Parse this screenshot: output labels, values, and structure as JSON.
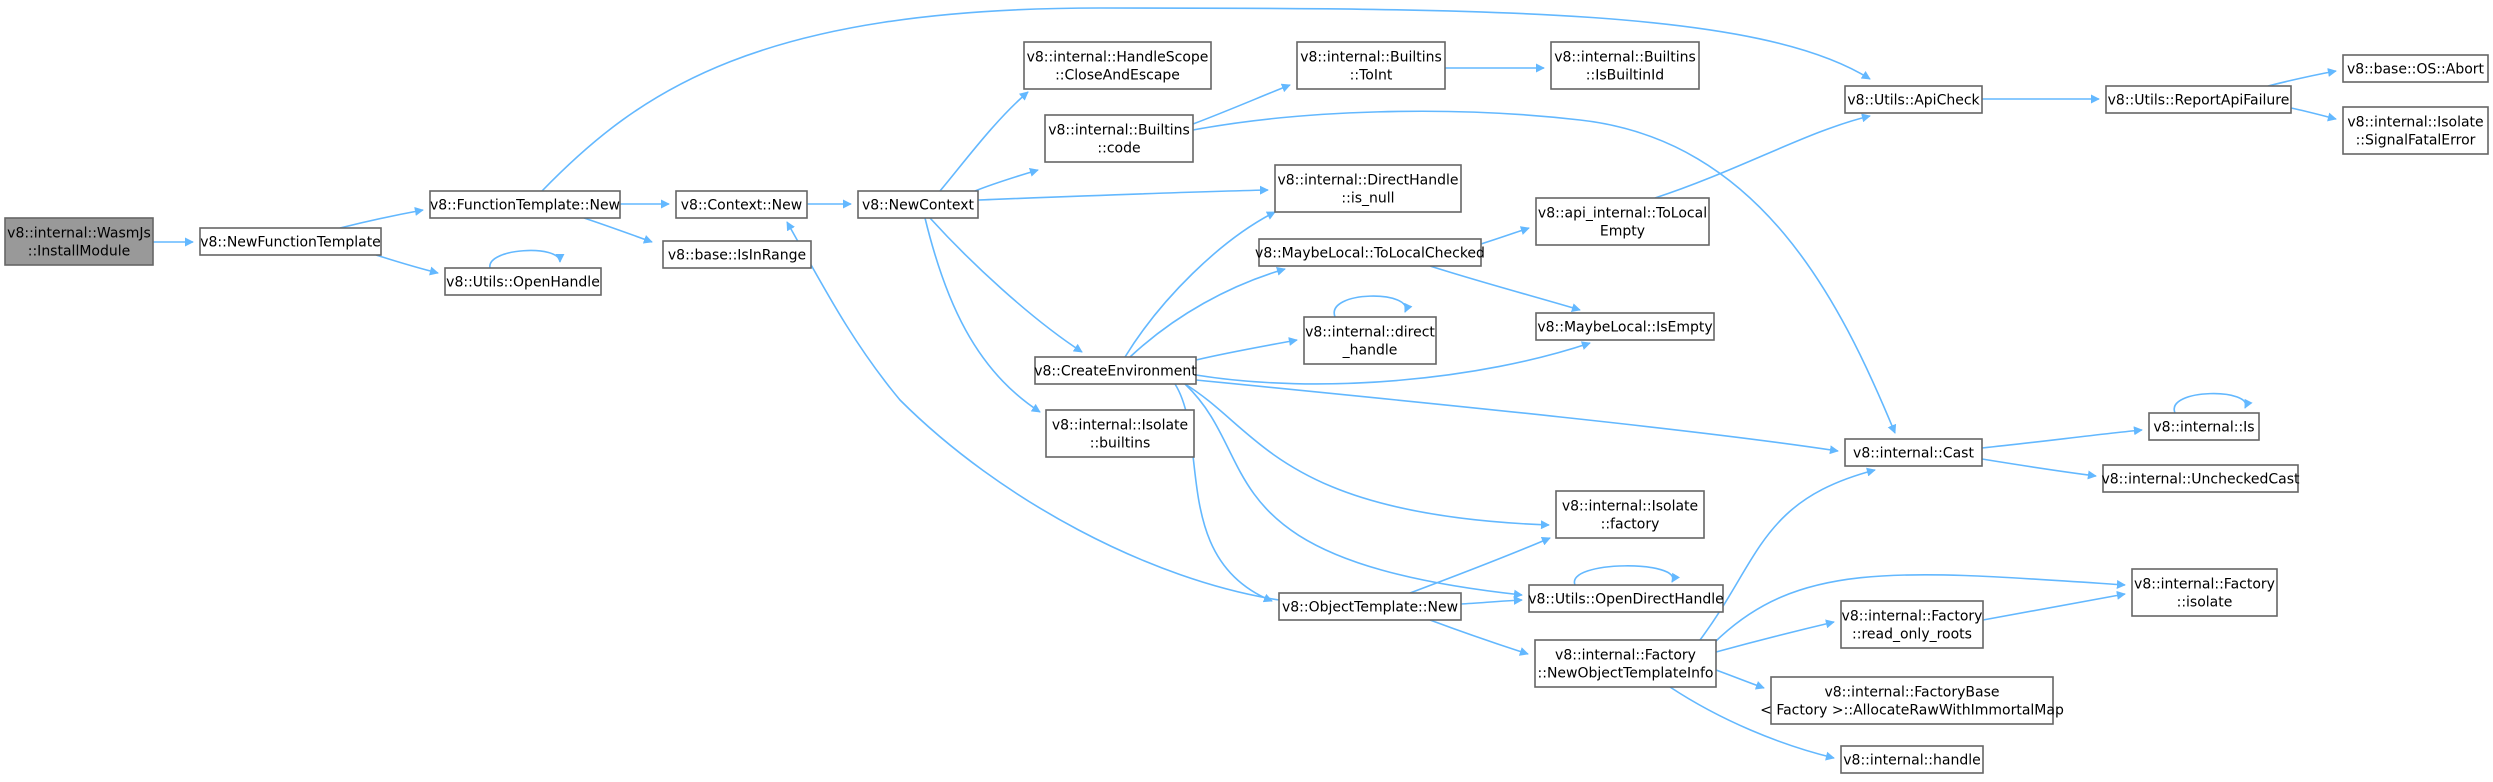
{
  "nodes": [
    {
      "id": "install_module",
      "lines": [
        "v8::internal::WasmJs",
        "::InstallModule"
      ],
      "root": true
    },
    {
      "id": "new_function_template",
      "lines": [
        "v8::NewFunctionTemplate"
      ]
    },
    {
      "id": "function_template_new",
      "lines": [
        "v8::FunctionTemplate::New"
      ]
    },
    {
      "id": "utils_open_handle",
      "lines": [
        "v8::Utils::OpenHandle"
      ]
    },
    {
      "id": "context_new",
      "lines": [
        "v8::Context::New"
      ]
    },
    {
      "id": "is_in_range",
      "lines": [
        "v8::base::IsInRange"
      ]
    },
    {
      "id": "new_context",
      "lines": [
        "v8::NewContext"
      ]
    },
    {
      "id": "handle_scope_close",
      "lines": [
        "v8::internal::HandleScope",
        "::CloseAndEscape"
      ]
    },
    {
      "id": "builtins_code",
      "lines": [
        "v8::internal::Builtins",
        "::code"
      ]
    },
    {
      "id": "builtins_toint",
      "lines": [
        "v8::internal::Builtins",
        "::ToInt"
      ]
    },
    {
      "id": "builtins_isbuiltinid",
      "lines": [
        "v8::internal::Builtins",
        "::IsBuiltinId"
      ]
    },
    {
      "id": "direct_handle_is_null",
      "lines": [
        "v8::internal::DirectHandle",
        "::is_null"
      ]
    },
    {
      "id": "maybelocal_tolocalchecked",
      "lines": [
        "v8::MaybeLocal::ToLocalChecked"
      ]
    },
    {
      "id": "api_internal_tolocalempty",
      "lines": [
        "v8::api_internal::ToLocal",
        "Empty"
      ]
    },
    {
      "id": "utils_apicheck",
      "lines": [
        "v8::Utils::ApiCheck"
      ]
    },
    {
      "id": "utils_reportapifailure",
      "lines": [
        "v8::Utils::ReportApiFailure"
      ]
    },
    {
      "id": "base_os_abort",
      "lines": [
        "v8::base::OS::Abort"
      ]
    },
    {
      "id": "isolate_signalfatalerror",
      "lines": [
        "v8::internal::Isolate",
        "::SignalFatalError"
      ]
    },
    {
      "id": "internal_direct_handle",
      "lines": [
        "v8::internal::direct",
        "_handle"
      ]
    },
    {
      "id": "maybelocal_isempty",
      "lines": [
        "v8::MaybeLocal::IsEmpty"
      ]
    },
    {
      "id": "create_environment",
      "lines": [
        "v8::CreateEnvironment"
      ]
    },
    {
      "id": "isolate_builtins",
      "lines": [
        "v8::internal::Isolate",
        "::builtins"
      ]
    },
    {
      "id": "internal_cast",
      "lines": [
        "v8::internal::Cast"
      ]
    },
    {
      "id": "internal_is",
      "lines": [
        "v8::internal::Is"
      ]
    },
    {
      "id": "internal_uncheckedcast",
      "lines": [
        "v8::internal::UncheckedCast"
      ]
    },
    {
      "id": "isolate_factory",
      "lines": [
        "v8::internal::Isolate",
        "::factory"
      ]
    },
    {
      "id": "object_template_new",
      "lines": [
        "v8::ObjectTemplate::New"
      ]
    },
    {
      "id": "utils_opendirecthandle",
      "lines": [
        "v8::Utils::OpenDirectHandle"
      ]
    },
    {
      "id": "factory_newobjecttemplateinfo",
      "lines": [
        "v8::internal::Factory",
        "::NewObjectTemplateInfo"
      ]
    },
    {
      "id": "factory_read_only_roots",
      "lines": [
        "v8::internal::Factory",
        "::read_only_roots"
      ]
    },
    {
      "id": "factory_isolate",
      "lines": [
        "v8::internal::Factory",
        "::isolate"
      ]
    },
    {
      "id": "factorybase_allocateraw",
      "lines": [
        "v8::internal::FactoryBase",
        "< Factory >::AllocateRawWithImmortalMap"
      ]
    },
    {
      "id": "internal_handle",
      "lines": [
        "v8::internal::handle"
      ]
    }
  ],
  "edges": [
    {
      "from": "install_module",
      "to": "new_function_template"
    },
    {
      "from": "new_function_template",
      "to": "function_template_new"
    },
    {
      "from": "new_function_template",
      "to": "utils_open_handle"
    },
    {
      "from": "function_template_new",
      "to": "context_new"
    },
    {
      "from": "function_template_new",
      "to": "is_in_range"
    },
    {
      "from": "function_template_new",
      "to": "utils_apicheck"
    },
    {
      "from": "utils_open_handle",
      "to": "utils_open_handle"
    },
    {
      "from": "context_new",
      "to": "new_context"
    },
    {
      "from": "new_context",
      "to": "handle_scope_close"
    },
    {
      "from": "new_context",
      "to": "builtins_code"
    },
    {
      "from": "new_context",
      "to": "direct_handle_is_null"
    },
    {
      "from": "new_context",
      "to": "create_environment"
    },
    {
      "from": "new_context",
      "to": "isolate_builtins"
    },
    {
      "from": "builtins_code",
      "to": "builtins_toint"
    },
    {
      "from": "builtins_code",
      "to": "internal_cast"
    },
    {
      "from": "builtins_toint",
      "to": "builtins_isbuiltinid"
    },
    {
      "from": "maybelocal_tolocalchecked",
      "to": "api_internal_tolocalempty"
    },
    {
      "from": "maybelocal_tolocalchecked",
      "to": "maybelocal_isempty"
    },
    {
      "from": "api_internal_tolocalempty",
      "to": "utils_apicheck"
    },
    {
      "from": "utils_apicheck",
      "to": "utils_reportapifailure"
    },
    {
      "from": "utils_reportapifailure",
      "to": "base_os_abort"
    },
    {
      "from": "utils_reportapifailure",
      "to": "isolate_signalfatalerror"
    },
    {
      "from": "internal_direct_handle",
      "to": "internal_direct_handle"
    },
    {
      "from": "create_environment",
      "to": "direct_handle_is_null"
    },
    {
      "from": "create_environment",
      "to": "maybelocal_tolocalchecked"
    },
    {
      "from": "create_environment",
      "to": "internal_direct_handle"
    },
    {
      "from": "create_environment",
      "to": "maybelocal_isempty"
    },
    {
      "from": "create_environment",
      "to": "internal_cast"
    },
    {
      "from": "create_environment",
      "to": "isolate_factory"
    },
    {
      "from": "create_environment",
      "to": "object_template_new"
    },
    {
      "from": "create_environment",
      "to": "utils_opendirecthandle"
    },
    {
      "from": "object_template_new",
      "to": "context_new"
    },
    {
      "from": "object_template_new",
      "to": "isolate_factory"
    },
    {
      "from": "object_template_new",
      "to": "utils_opendirecthandle"
    },
    {
      "from": "object_template_new",
      "to": "factory_newobjecttemplateinfo"
    },
    {
      "from": "utils_opendirecthandle",
      "to": "utils_opendirecthandle"
    },
    {
      "from": "internal_cast",
      "to": "internal_is"
    },
    {
      "from": "internal_cast",
      "to": "internal_uncheckedcast"
    },
    {
      "from": "internal_is",
      "to": "internal_is"
    },
    {
      "from": "factory_newobjecttemplateinfo",
      "to": "internal_cast"
    },
    {
      "from": "factory_newobjecttemplateinfo",
      "to": "factory_isolate"
    },
    {
      "from": "factory_newobjecttemplateinfo",
      "to": "factory_read_only_roots"
    },
    {
      "from": "factory_newobjecttemplateinfo",
      "to": "factorybase_allocateraw"
    },
    {
      "from": "factory_newobjecttemplateinfo",
      "to": "internal_handle"
    },
    {
      "from": "factory_read_only_roots",
      "to": "factory_isolate"
    }
  ]
}
